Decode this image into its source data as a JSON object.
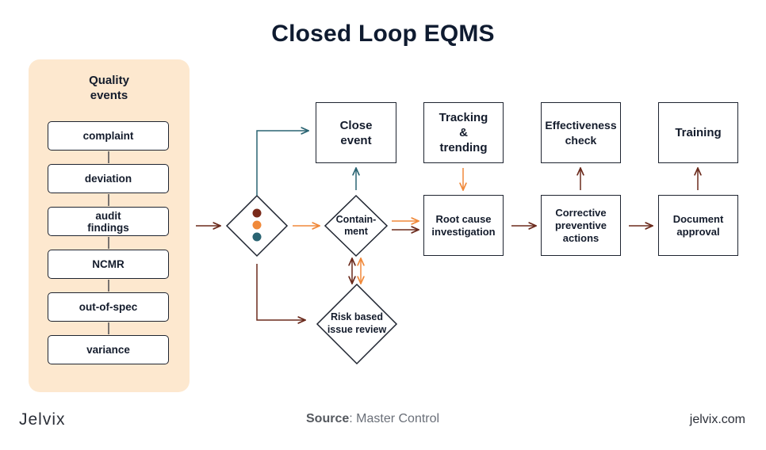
{
  "title": "Closed Loop EQMS",
  "quality_events": {
    "title": "Quality\nevents",
    "items": [
      "complaint",
      "deviation",
      "audit\nfindings",
      "NCMR",
      "out-of-spec",
      "variance"
    ]
  },
  "nodes": {
    "close_event": "Close\nevent",
    "containment": "Contain-\nment",
    "risk_review": "Risk based\nissue review",
    "tracking": "Tracking\n&\ntrending",
    "root_cause": "Root cause\ninvestigation",
    "effectiveness": "Effectiveness\ncheck",
    "capa": "Corrective\npreventive\nactions",
    "training": "Training",
    "document_approval": "Document\napproval"
  },
  "footer": {
    "logo": "Jelvix",
    "source_label": "Source",
    "source_value": ": Master Control",
    "url": "jelvix.com"
  },
  "colors": {
    "dark_arrow": "#6b2a1c",
    "orange_arrow": "#f0893a",
    "teal_arrow": "#2a6472",
    "panel": "#fde8cf",
    "light_red": "#7a2a1a",
    "light_orange": "#f0893a",
    "light_teal": "#2a6472"
  }
}
